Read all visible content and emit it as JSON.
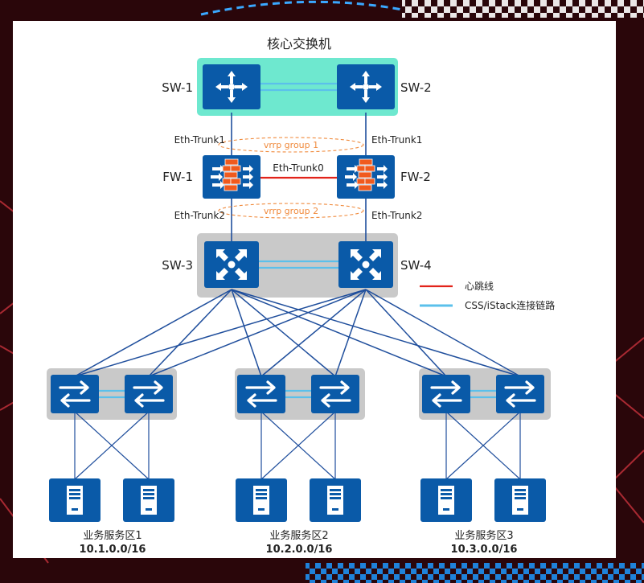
{
  "title": "核心交换机",
  "core": {
    "left_label": "SW-1",
    "right_label": "SW-2"
  },
  "firewall": {
    "left_label": "FW-1",
    "right_label": "FW-2",
    "heartbeat_trunk": "Eth-Trunk0",
    "upper_left_trunk": "Eth-Trunk1",
    "upper_right_trunk": "Eth-Trunk1",
    "lower_left_trunk": "Eth-Trunk2",
    "lower_right_trunk": "Eth-Trunk2",
    "vrrp_upper": "vrrp group 1",
    "vrrp_lower": "vrrp group 2"
  },
  "aggregation": {
    "left_label": "SW-3",
    "right_label": "SW-4"
  },
  "legend": {
    "heartbeat": "心跳线",
    "css_link": "CSS/iStack连接链路",
    "heartbeat_color": "#e2231a",
    "css_color": "#5bc0eb"
  },
  "zones": [
    {
      "name": "业务服务区1",
      "subnet": "10.1.0.0/16"
    },
    {
      "name": "业务服务区2",
      "subnet": "10.2.0.0/16"
    },
    {
      "name": "业务服务区3",
      "subnet": "10.3.0.0/16"
    }
  ],
  "colors": {
    "device_blue": "#0a5aa8",
    "link_blue": "#1f4e9c",
    "core_group_bg": "#6ee8cf",
    "gray_group_bg": "#c9c9c9",
    "firewall_brick": "#f05a1e",
    "vrrp_orange": "#f08a3c"
  }
}
